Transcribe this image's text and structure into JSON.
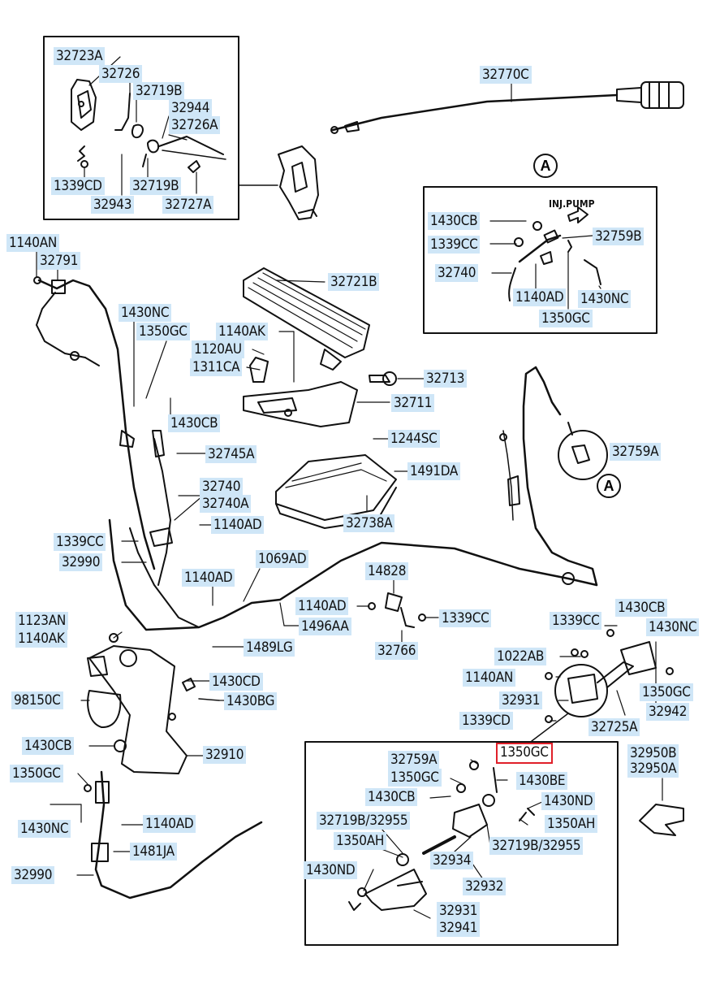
{
  "colors": {
    "label_bg": "#cfe6f7",
    "highlight_border": "#e0202a",
    "line": "#111111"
  },
  "labels": {
    "l32723A": "32723A",
    "l32726": "32726",
    "l32719B_a": "32719B",
    "l32944": "32944",
    "l32726A": "32726A",
    "l1339CD_a": "1339CD",
    "l32719B_b": "32719B",
    "l32943": "32943",
    "l32727A": "32727A",
    "l32770C": "32770C",
    "l1430CB_a": "1430CB",
    "l1339CC_a": "1339CC",
    "l32759B": "32759B",
    "l32740_a": "32740",
    "l1140AD_a": "1140AD",
    "l1430NC_a": "1430NC",
    "l1350GC_a": "1350GC",
    "l1140AN_a": "1140AN",
    "l32791": "32791",
    "l32721B": "32721B",
    "l1430NC_b": "1430NC",
    "l1350GC_b": "1350GC",
    "l1140AK_a": "1140AK",
    "l1120AU": "1120AU",
    "l1311CA": "1311CA",
    "l32713": "32713",
    "l32711": "32711",
    "l1430CB_b": "1430CB",
    "l1244SC": "1244SC",
    "l32745A": "32745A",
    "l32759A_a": "32759A",
    "l1491DA": "1491DA",
    "l32740_b": "32740",
    "l32740A": "32740A",
    "l32738A": "32738A",
    "l1140AD_b": "1140AD",
    "l1339CC_b": "1339CC",
    "l32990_a": "32990",
    "l1069AD": "1069AD",
    "l1140AD_c": "1140AD",
    "l14828": "14828",
    "l1140AD_d": "1140AD",
    "l1496AA": "1496AA",
    "l1339CC_c": "1339CC",
    "l1123AN": "1123AN",
    "l1140AK_b": "1140AK",
    "l1489LG": "1489LG",
    "l32766": "32766",
    "l1339CC_d": "1339CC",
    "l1430CB_c": "1430CB",
    "l1430NC_c": "1430NC",
    "l1022AB": "1022AB",
    "l1430CD": "1430CD",
    "l1140AN_b": "1140AN",
    "l98150C": "98150C",
    "l1430BG": "1430BG",
    "l32931_a": "32931",
    "l1350GC_c": "1350GC",
    "l1339CD_b": "1339CD",
    "l32725A": "32725A",
    "l32942": "32942",
    "l1430CB_d": "1430CB",
    "l32910": "32910",
    "l32759A_b": "32759A",
    "l1350GC_hl": "1350GC",
    "l32950B": "32950B",
    "l32950A": "32950A",
    "l1350GC_d": "1350GC",
    "l1350GC_e": "1350GC",
    "l1430BE": "1430BE",
    "l1430CB_e": "1430CB",
    "l1430ND_a": "1430ND",
    "l32719B_32955_a": "32719B/32955",
    "l1350AH_a": "1350AH",
    "l1430NC_d": "1430NC",
    "l1140AD_e": "1140AD",
    "l1350AH_b": "1350AH",
    "l32934": "32934",
    "l32719B_32955_b": "32719B/32955",
    "l1481JA": "1481JA",
    "l1430ND_b": "1430ND",
    "l32932": "32932",
    "l32990_b": "32990",
    "l32931_b": "32931",
    "l32941": "32941"
  },
  "annotations": {
    "callout_a": "A",
    "inj_pump": "INJ.PUMP"
  }
}
